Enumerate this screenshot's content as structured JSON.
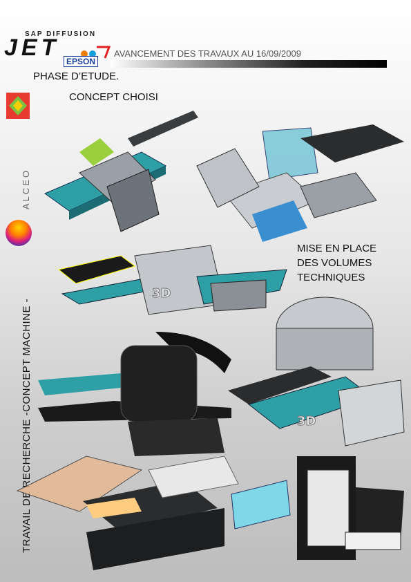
{
  "logo": {
    "brand_top": "SAP DIFFUSION",
    "brand_main": "JET",
    "partner": "EPSON",
    "alceo": "ALCEO"
  },
  "header": {
    "title": "AVANCEMENT DES TRAVAUX AU 16/09/2009"
  },
  "content": {
    "phase_title": "PHASE D’ETUDE.",
    "concept_label": "CONCEPT CHOISI",
    "volumes_label_lines": [
      "MISE EN PLACE",
      "DES VOLUMES",
      "TECHNIQUES"
    ],
    "vertical_title": "TRAVAIL DE RECHERCHE -CONCEPT MACHINE -",
    "badge_3d": "3D"
  },
  "colors": {
    "teal": "#2f9fa6",
    "ink": "#111111",
    "gray_bg": "#cfcfcf"
  }
}
